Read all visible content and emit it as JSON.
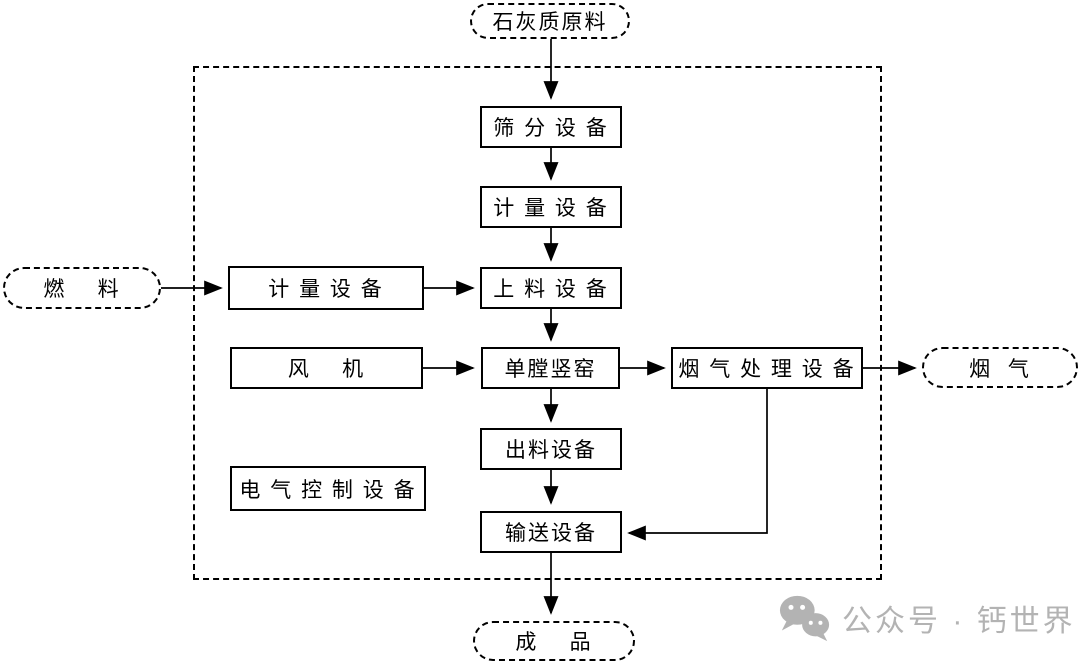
{
  "colors": {
    "line": "#000000",
    "background": "#ffffff",
    "watermark": "#b3b3b3"
  },
  "nodes": {
    "raw_material": {
      "label": "石灰质原料",
      "shape": "stadium-dashed"
    },
    "screening": {
      "label": "筛 分 设 备",
      "shape": "rect"
    },
    "metering_top": {
      "label": "计 量 设 备",
      "shape": "rect"
    },
    "feeding": {
      "label": "上 料 设 备",
      "shape": "rect"
    },
    "kiln": {
      "label": "单膛竖窑",
      "shape": "rect"
    },
    "discharge": {
      "label": "出料设备",
      "shape": "rect"
    },
    "conveying": {
      "label": "输送设备",
      "shape": "rect"
    },
    "fuel": {
      "label": "燃    料",
      "shape": "stadium-dashed"
    },
    "metering_left": {
      "label": "计 量 设 备",
      "shape": "rect"
    },
    "fan": {
      "label": "风    机",
      "shape": "rect"
    },
    "electrical_control": {
      "label": "电 气 控 制 设 备",
      "shape": "rect"
    },
    "flue_gas_treatment": {
      "label": "烟 气 处 理 设 备",
      "shape": "rect"
    },
    "flue_gas": {
      "label": "烟  气",
      "shape": "stadium-dashed"
    },
    "product": {
      "label": "成    品",
      "shape": "stadium-dashed"
    }
  },
  "edges": [
    {
      "from": "raw_material",
      "to": "screening"
    },
    {
      "from": "screening",
      "to": "metering_top"
    },
    {
      "from": "metering_top",
      "to": "feeding"
    },
    {
      "from": "feeding",
      "to": "kiln"
    },
    {
      "from": "kiln",
      "to": "discharge"
    },
    {
      "from": "discharge",
      "to": "conveying"
    },
    {
      "from": "conveying",
      "to": "product"
    },
    {
      "from": "fuel",
      "to": "metering_left"
    },
    {
      "from": "metering_left",
      "to": "feeding"
    },
    {
      "from": "fan",
      "to": "kiln"
    },
    {
      "from": "kiln",
      "to": "flue_gas_treatment"
    },
    {
      "from": "flue_gas_treatment",
      "to": "flue_gas"
    },
    {
      "from": "flue_gas_treatment",
      "to": "conveying"
    }
  ],
  "watermark": {
    "text": "公众号 · 钙世界",
    "icon": "wechat-icon"
  }
}
